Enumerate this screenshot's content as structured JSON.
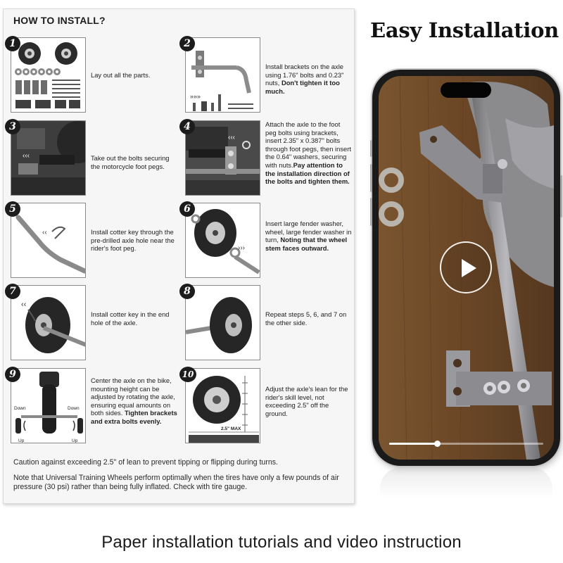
{
  "instructions": {
    "title": "HOW TO INSTALL?",
    "steps": [
      {
        "number": "1",
        "text": "Lay out all the parts.",
        "bold": ""
      },
      {
        "number": "2",
        "text": "Install brackets on the axle using 1.76\" bolts and 0.23\" nuts, ",
        "bold": "Don't tighten it too much."
      },
      {
        "number": "3",
        "text": "Take out the bolts securing the motorcycle foot pegs.",
        "bold": ""
      },
      {
        "number": "4",
        "text": "Attach the axle to the foot peg bolts using brackets, insert 2.35\" x 0.387\" bolts through foot pegs, then insert the 0.64\" washers, securing with nuts.",
        "bold": "Pay attention to the installation direction of the bolts and tighten them."
      },
      {
        "number": "5",
        "text": "Install cotter key through the pre-drilled axle hole near the rider's foot peg.",
        "bold": ""
      },
      {
        "number": "6",
        "text": "Insert large fender washer, wheel, large fender washer in turn, ",
        "bold": "Noting that the wheel stem faces outward."
      },
      {
        "number": "7",
        "text": "Install cotter key in the end hole of the axle.",
        "bold": ""
      },
      {
        "number": "8",
        "text": "Repeat steps 5, 6, and 7 on the other side.",
        "bold": ""
      },
      {
        "number": "9",
        "text": "Center the axle on the bike, mounting height can be adjusted by rotating the axle, ensuring equal amounts on both sides. ",
        "bold": "Tighten brackets and extra bolts evenly."
      },
      {
        "number": "10",
        "text": "Adjust the axle's lean for the rider's skill level, not exceeding 2.5\" off the ground.",
        "bold": ""
      }
    ],
    "diagram_labels": {
      "down_left": "Down",
      "up_left": "Up",
      "down_right": "Down",
      "up_right": "Up",
      "max_height": "2.5\" MAX"
    },
    "notes": [
      "Caution against exceeding 2.5\" of lean to prevent tipping or flipping during turns.",
      "Note that Universal Training Wheels perform optimally when the tires have only a few pounds of air pressure (30 psi) rather than being fully inflated. Check with tire gauge."
    ]
  },
  "heading": "Easy Installation",
  "video": {
    "play_icon": "play-icon",
    "progress": 0.31
  },
  "caption": "Paper installation tutorials and video instruction",
  "colors": {
    "badge": "#1c1c1c",
    "card_background": "#f6f6f6",
    "phone_frame": "#1a1a1a",
    "wood": "#6a4a2c"
  }
}
